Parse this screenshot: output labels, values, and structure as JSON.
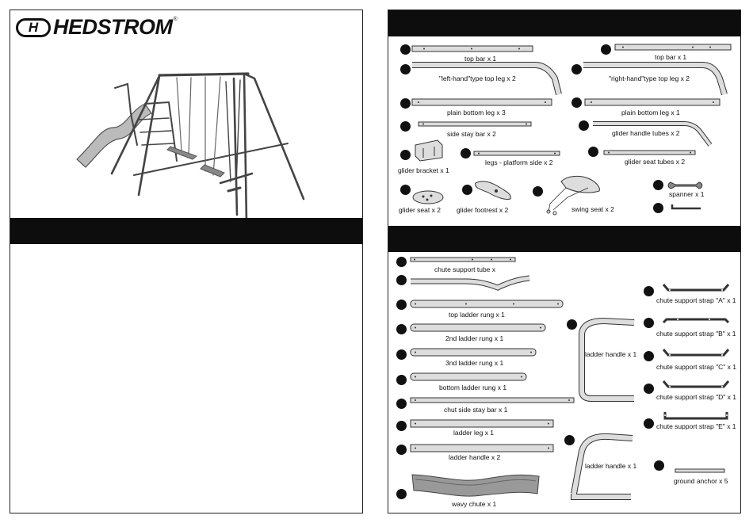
{
  "brand": {
    "name": "HEDSTROM",
    "badge": "H",
    "reg": "®"
  },
  "parts_a": [
    {
      "label": "top bar  x 1"
    },
    {
      "label": "top bar  x 1"
    },
    {
      "label": "\"left-hand\"type top leg  x 2"
    },
    {
      "label": "\"right-hand\"type top leg  x 2"
    },
    {
      "label": "plain bottom leg  x 3"
    },
    {
      "label": "plain bottom leg  x 1"
    },
    {
      "label": "side stay bar  x 2"
    },
    {
      "label": "glider handle tubes  x 2"
    },
    {
      "label": "glider bracket  x 1"
    },
    {
      "label": "legs - platform side  x 2"
    },
    {
      "label": "glider seat tubes  x 2"
    },
    {
      "label": "spanner  x 1"
    },
    {
      "label": "glider seat  x 2"
    },
    {
      "label": "glider footrest  x 2"
    },
    {
      "label": "swing seat  x 2"
    }
  ],
  "parts_b": [
    {
      "label": "chute support tube x"
    },
    {
      "label": "top ladder rung  x 1"
    },
    {
      "label": "2nd ladder rung  x 1"
    },
    {
      "label": "3nd ladder rung  x 1"
    },
    {
      "label": "bottom ladder rung  x 1"
    },
    {
      "label": "chut side stay bar x 1"
    },
    {
      "label": "ladder leg x 1"
    },
    {
      "label": "ladder handle x 2"
    },
    {
      "label": "wavy chute x 1"
    },
    {
      "label": "ladder handle x 1"
    },
    {
      "label": "ladder handle x 1"
    },
    {
      "label": "chute support strap \"A\" x 1"
    },
    {
      "label": "chute support strap \"B\" x 1"
    },
    {
      "label": "chute support strap \"C\" x 1"
    },
    {
      "label": "chute support strap \"D\" x 1"
    },
    {
      "label": "chute support strap \"E\" x 1"
    },
    {
      "label": "ground anchor  x 5"
    }
  ]
}
